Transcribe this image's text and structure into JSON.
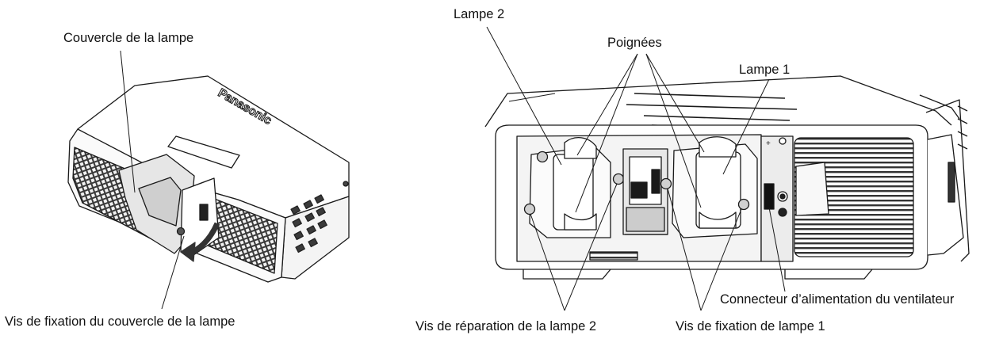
{
  "labels": {
    "lamp_cover": "Couvercle de la lampe",
    "cover_screw": "Vis de fixation du couvercle de la lampe",
    "lamp2": "Lampe 2",
    "handles": "Poignées",
    "lamp1": "Lampe 1",
    "fan_connector": "Connecteur d’alimentation du ventilateur",
    "lamp2_screws": "Vis de réparation de la lampe 2",
    "lamp1_screws": "Vis de fixation de lampe 1"
  },
  "brand_logo": "Panasonic",
  "colors": {
    "line": "#1a1a1a",
    "fill_dark": "#2a2a2a",
    "fill_mid": "#8a8a8a",
    "fill_light": "#e8e8e8"
  }
}
